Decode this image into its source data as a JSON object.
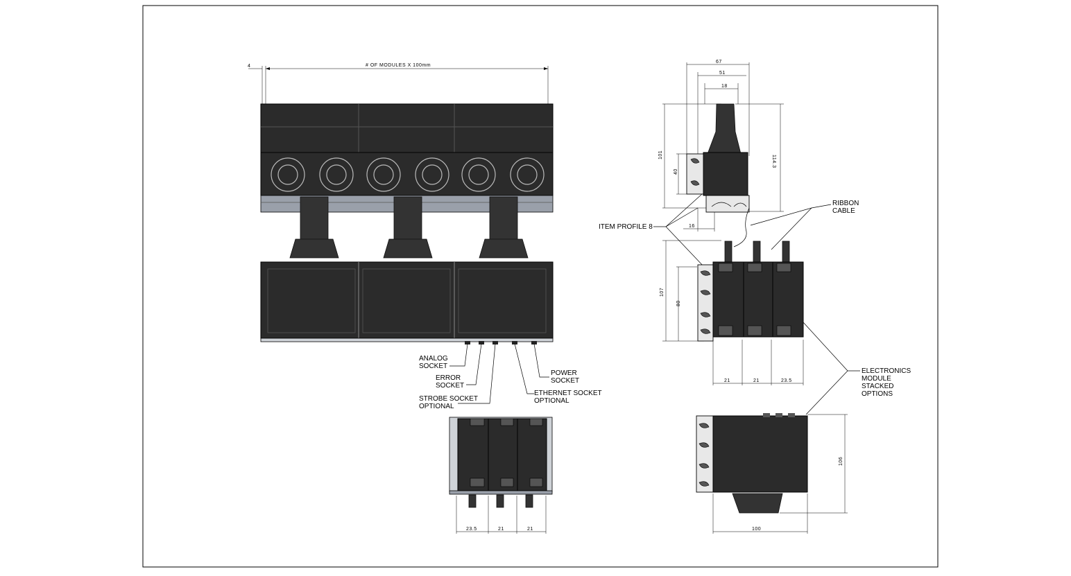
{
  "drawing": {
    "front_view": {
      "dim_top_offset": "4",
      "dim_top_length": "# OF MODULES X 100mm"
    },
    "callouts": {
      "analog_socket": "ANALOG\nSOCKET",
      "error_socket": "ERROR\nSOCKET",
      "strobe_socket": "STROBE SOCKET\nOPTIONAL",
      "ethernet_socket": "ETHERNET SOCKET\nOPTIONAL",
      "power_socket": "POWER\nSOCKET",
      "item_profile": "ITEM PROFILE 8",
      "ribbon_cable": "RIBBON\nCABLE",
      "electronics_module": "ELECTRONICS\nMODULE\nSTACKED\nOPTIONS"
    },
    "side_view_top": {
      "dim_67": "67",
      "dim_51": "51",
      "dim_18": "18",
      "dim_101": "101",
      "dim_40": "40",
      "dim_1143": "114.3",
      "dim_16": "16"
    },
    "side_view_mid": {
      "dim_107": "107",
      "dim_80": "80",
      "dim_a": "21",
      "dim_b": "21",
      "dim_c": "23.5"
    },
    "bottom_view_left": {
      "dim_a": "23.5",
      "dim_b": "21",
      "dim_c": "21"
    },
    "bottom_view_right": {
      "dim_height": "106",
      "dim_width": "100"
    },
    "colors": {
      "part_fill": "#2b2b2b",
      "rail_fill": "#9aa0aa",
      "background": "#ffffff"
    }
  }
}
